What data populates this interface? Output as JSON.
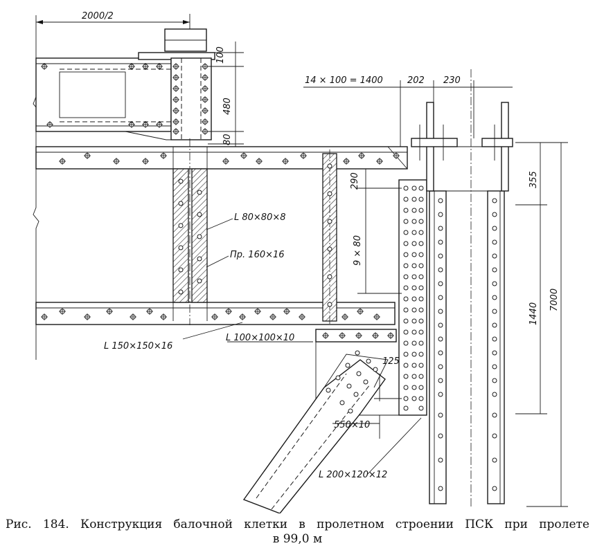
{
  "drawing": {
    "dimensions": {
      "top_half_span": "2000/2",
      "pitch_top": "14 × 100 = 1400",
      "d202": "202",
      "d230": "230",
      "d100": "100",
      "d480": "480",
      "d80": "80",
      "d290": "290",
      "pitch_vert": "9 × 80",
      "d125": "125",
      "d355": "355",
      "d1440": "1440",
      "d7000": "7000"
    },
    "labels": {
      "angle_80": "L 80×80×8",
      "plate_160": "Пр. 160×16",
      "angle_150": "L 150×150×16",
      "angle_100": "L 100×100×10",
      "plate_550": "550×10",
      "angle_200": "L 200×120×12"
    }
  },
  "caption": {
    "line1": "Рис. 184. Конструкция балочной клетки в пролетном строении ПСК при пролете",
    "line2": "в 99,0 м"
  }
}
